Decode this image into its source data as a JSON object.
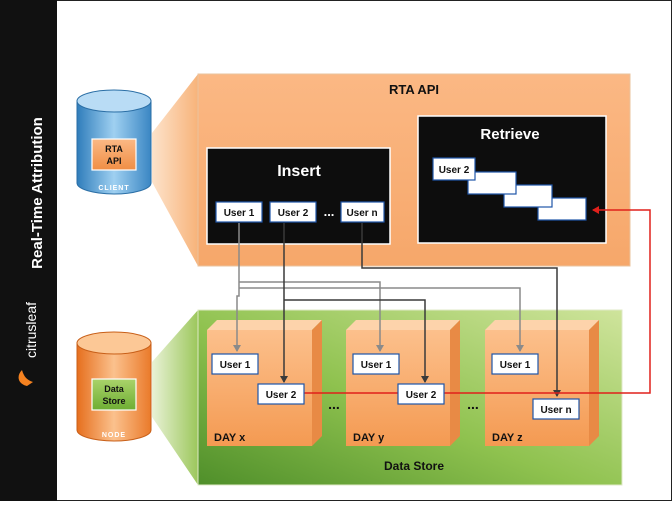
{
  "sidebar": {
    "title": "Real-Time Attribution",
    "brand": "citrusleaf"
  },
  "client": {
    "label": "RTA\nAPI",
    "label_line1": "RTA",
    "label_line2": "API",
    "caption": "CLIENT"
  },
  "node": {
    "label_line1": "Data",
    "label_line2": "Store",
    "caption": "NODE"
  },
  "api_panel": {
    "title": "RTA API",
    "insert": {
      "title": "Insert",
      "users": [
        "User 1",
        "User 2",
        "User n"
      ],
      "ellipsis": "..."
    },
    "retrieve": {
      "title": "Retrieve",
      "first_user": "User 2"
    }
  },
  "data_store": {
    "title": "Data Store",
    "days": [
      {
        "label": "DAY x",
        "users": [
          "User 1",
          "User 2"
        ]
      },
      {
        "label": "DAY y",
        "users": [
          "User 1",
          "User 2"
        ]
      },
      {
        "label": "DAY z",
        "users": [
          "User 1",
          "User n"
        ]
      }
    ],
    "ellipsis": "..."
  },
  "colors": {
    "sidebar_bg": "#111111",
    "orange_panel": "#f8b27a",
    "green_panel": "#8fc14a",
    "dark_box": "#0d0d0d",
    "red_flow": "#e0201b",
    "gray_flow": "#888888",
    "blue_cylinder": "#4f9bd1"
  }
}
